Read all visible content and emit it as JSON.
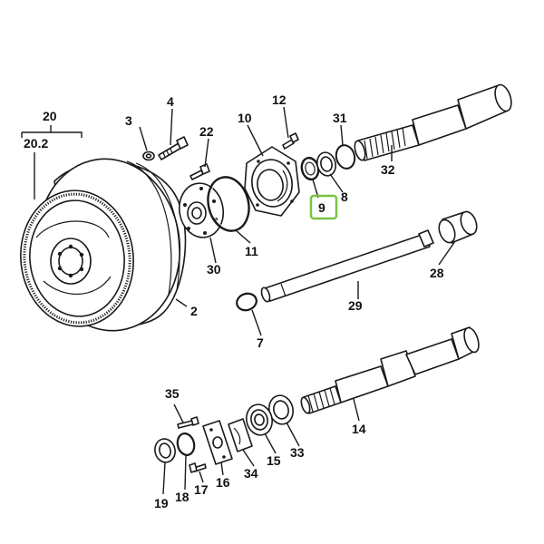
{
  "diagram": {
    "highlight_color": "#7cc243",
    "highlighted_part": "9",
    "callouts": [
      {
        "id": "c20",
        "text": "20"
      },
      {
        "id": "c20_2",
        "text": "20.2"
      },
      {
        "id": "c3",
        "text": "3"
      },
      {
        "id": "c4",
        "text": "4"
      },
      {
        "id": "c22",
        "text": "22"
      },
      {
        "id": "c10",
        "text": "10"
      },
      {
        "id": "c12",
        "text": "12"
      },
      {
        "id": "c31",
        "text": "31"
      },
      {
        "id": "c32",
        "text": "32"
      },
      {
        "id": "c8",
        "text": "8"
      },
      {
        "id": "c9",
        "text": "9"
      },
      {
        "id": "c11",
        "text": "11"
      },
      {
        "id": "c30",
        "text": "30"
      },
      {
        "id": "c2",
        "text": "2"
      },
      {
        "id": "c28",
        "text": "28"
      },
      {
        "id": "c29",
        "text": "29"
      },
      {
        "id": "c7",
        "text": "7"
      },
      {
        "id": "c35",
        "text": "35"
      },
      {
        "id": "c14",
        "text": "14"
      },
      {
        "id": "c33",
        "text": "33"
      },
      {
        "id": "c15",
        "text": "15"
      },
      {
        "id": "c34",
        "text": "34"
      },
      {
        "id": "c16",
        "text": "16"
      },
      {
        "id": "c17",
        "text": "17"
      },
      {
        "id": "c18",
        "text": "18"
      },
      {
        "id": "c19",
        "text": "19"
      }
    ]
  }
}
